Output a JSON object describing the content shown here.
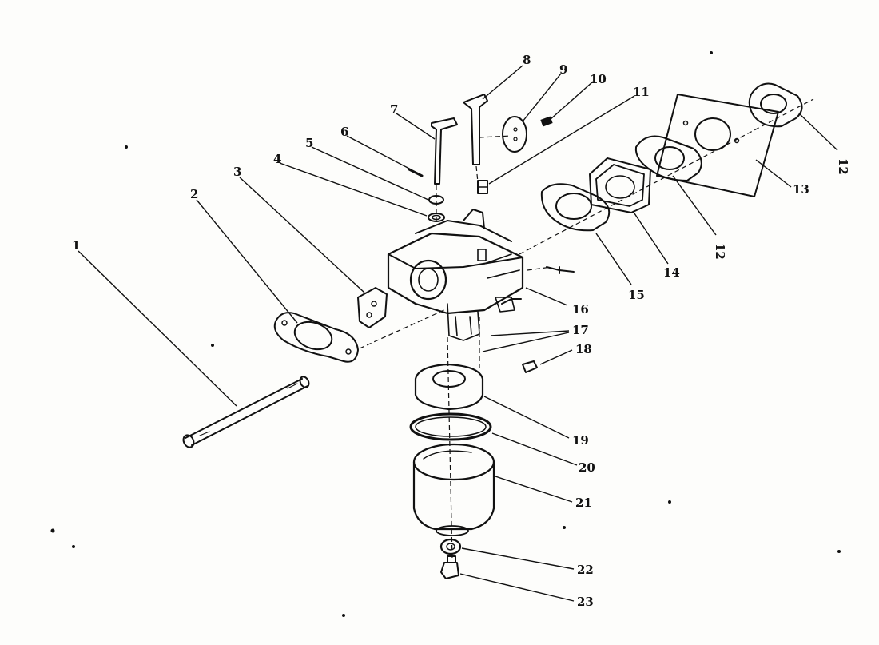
{
  "diagram": {
    "callouts": [
      {
        "id": "1",
        "label": "1"
      },
      {
        "id": "2",
        "label": "2"
      },
      {
        "id": "3",
        "label": "3"
      },
      {
        "id": "4",
        "label": "4"
      },
      {
        "id": "5",
        "label": "5"
      },
      {
        "id": "6",
        "label": "6"
      },
      {
        "id": "7",
        "label": "7"
      },
      {
        "id": "8",
        "label": "8"
      },
      {
        "id": "9",
        "label": "9"
      },
      {
        "id": "10",
        "label": "10"
      },
      {
        "id": "11",
        "label": "11"
      },
      {
        "id": "12a",
        "label": "12"
      },
      {
        "id": "12b",
        "label": "12"
      },
      {
        "id": "13",
        "label": "13"
      },
      {
        "id": "14",
        "label": "14"
      },
      {
        "id": "15",
        "label": "15"
      },
      {
        "id": "16",
        "label": "16"
      },
      {
        "id": "17",
        "label": "17"
      },
      {
        "id": "18",
        "label": "18"
      },
      {
        "id": "19",
        "label": "19"
      },
      {
        "id": "20",
        "label": "20"
      },
      {
        "id": "21",
        "label": "21"
      },
      {
        "id": "22",
        "label": "22"
      },
      {
        "id": "23",
        "label": "23"
      }
    ]
  }
}
